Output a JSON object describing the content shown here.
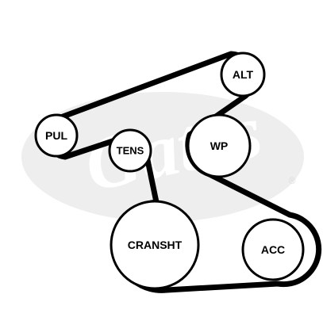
{
  "diagram": {
    "pulleys": [
      {
        "id": "alt",
        "label": "ALT"
      },
      {
        "id": "pul",
        "label": "PUL"
      },
      {
        "id": "tens",
        "label": "TENS"
      },
      {
        "id": "wp",
        "label": "WP"
      },
      {
        "id": "cransht",
        "label": "CRANSHT"
      },
      {
        "id": "acc",
        "label": "ACC"
      }
    ],
    "watermark": {
      "brand": "Gates",
      "mark": "®"
    },
    "colors": {
      "belt": "#000000",
      "pulley_stroke": "#000000",
      "pulley_fill": "#ffffff",
      "watermark": "#eeeeee",
      "background": "#ffffff"
    }
  }
}
